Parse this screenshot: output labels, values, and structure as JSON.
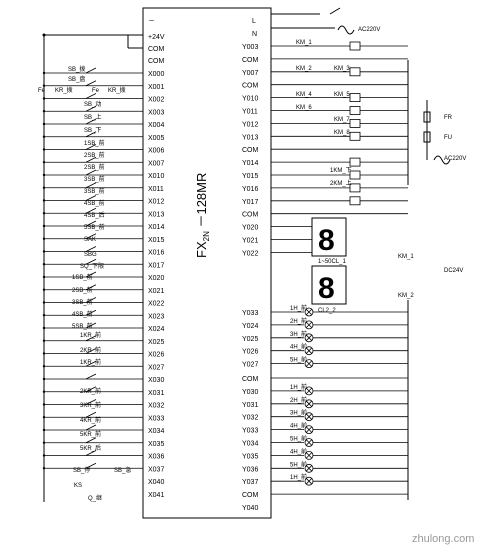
{
  "plc": {
    "model_main": "FX",
    "model_sub": "2N",
    "model_tail": " －128MR",
    "left_terminals": [
      "－",
      "+24V",
      "COM",
      "COM",
      "X000",
      "X001",
      "X002",
      "X003",
      "X004",
      "X005",
      "X006",
      "X007",
      "X010",
      "X011",
      "X012",
      "X013",
      "X014",
      "X015",
      "X016",
      "X017",
      "X020",
      "X021",
      "X022",
      "X023",
      "X024",
      "X025",
      "X026",
      "X027",
      "X030",
      "X031",
      "X032",
      "X033",
      "X034",
      "X035",
      "X036",
      "X037",
      "X040",
      "X041"
    ],
    "right_terminals": [
      "L",
      "N",
      "Y003",
      "COM",
      "Y007",
      "COM",
      "Y010",
      "Y011",
      "Y012",
      "Y013",
      "COM",
      "Y014",
      "Y015",
      "Y016",
      "Y017",
      "COM",
      "Y020",
      "Y021",
      "Y022",
      "Y033",
      "Y024",
      "Y025",
      "Y026",
      "Y027",
      "COM",
      "Y030",
      "Y031",
      "Y032",
      "Y033",
      "Y034",
      "Y035",
      "Y036",
      "Y037",
      "COM",
      "Y040"
    ]
  },
  "input_labels": [
    "SB_拨",
    "SB_盘",
    "SB_动",
    "SB_上",
    "SB_下",
    "1SB_前",
    "2SB_前",
    "2SB_前",
    "3SB_前",
    "3SB_前",
    "4SB_前",
    "4SB_后",
    "5SB_前",
    "SAK",
    "SBG",
    "SQ_下限",
    "1SB_前",
    "2SB_前",
    "3SB_前",
    "4SB_前",
    "5SB_前"
  ],
  "fr_contacts": [
    "Fe",
    "KR_拨",
    "Fe",
    "KR_拨",
    "1KR_前",
    "2KR_前",
    "1KR_前",
    "2KR_前",
    "3KR_前",
    "4KR_前",
    "5KR_前",
    "5KR_后"
  ],
  "bottom_labels": [
    "SB_停",
    "SB_急",
    "KS",
    "Q_继"
  ],
  "outputs": {
    "ac_top": "AC220V",
    "ac_mid": "AC220V",
    "dc": "DC24V",
    "fr": "FR",
    "fu": "FU",
    "contactors": [
      "KM_1",
      "KM_2",
      "KM_3",
      "KM_4",
      "KM_5",
      "KM_6",
      "KM_7",
      "KM_8",
      "1KM_下",
      "2KM_上"
    ],
    "display_label_1": "1~50CL_1",
    "display_label_2": "CL2_2",
    "relay_1": "KM_1",
    "relay_2": "KM_2",
    "lamps_group1": [
      "1H_前",
      "2H_前",
      "3H_前",
      "4H_前",
      "5H_前"
    ],
    "lamps_group2": [
      "1H_前",
      "2H_前",
      "3H_前",
      "4H_前",
      "5H_前",
      "4H_前",
      "5H_前"
    ]
  },
  "watermark": "zhulong.com"
}
